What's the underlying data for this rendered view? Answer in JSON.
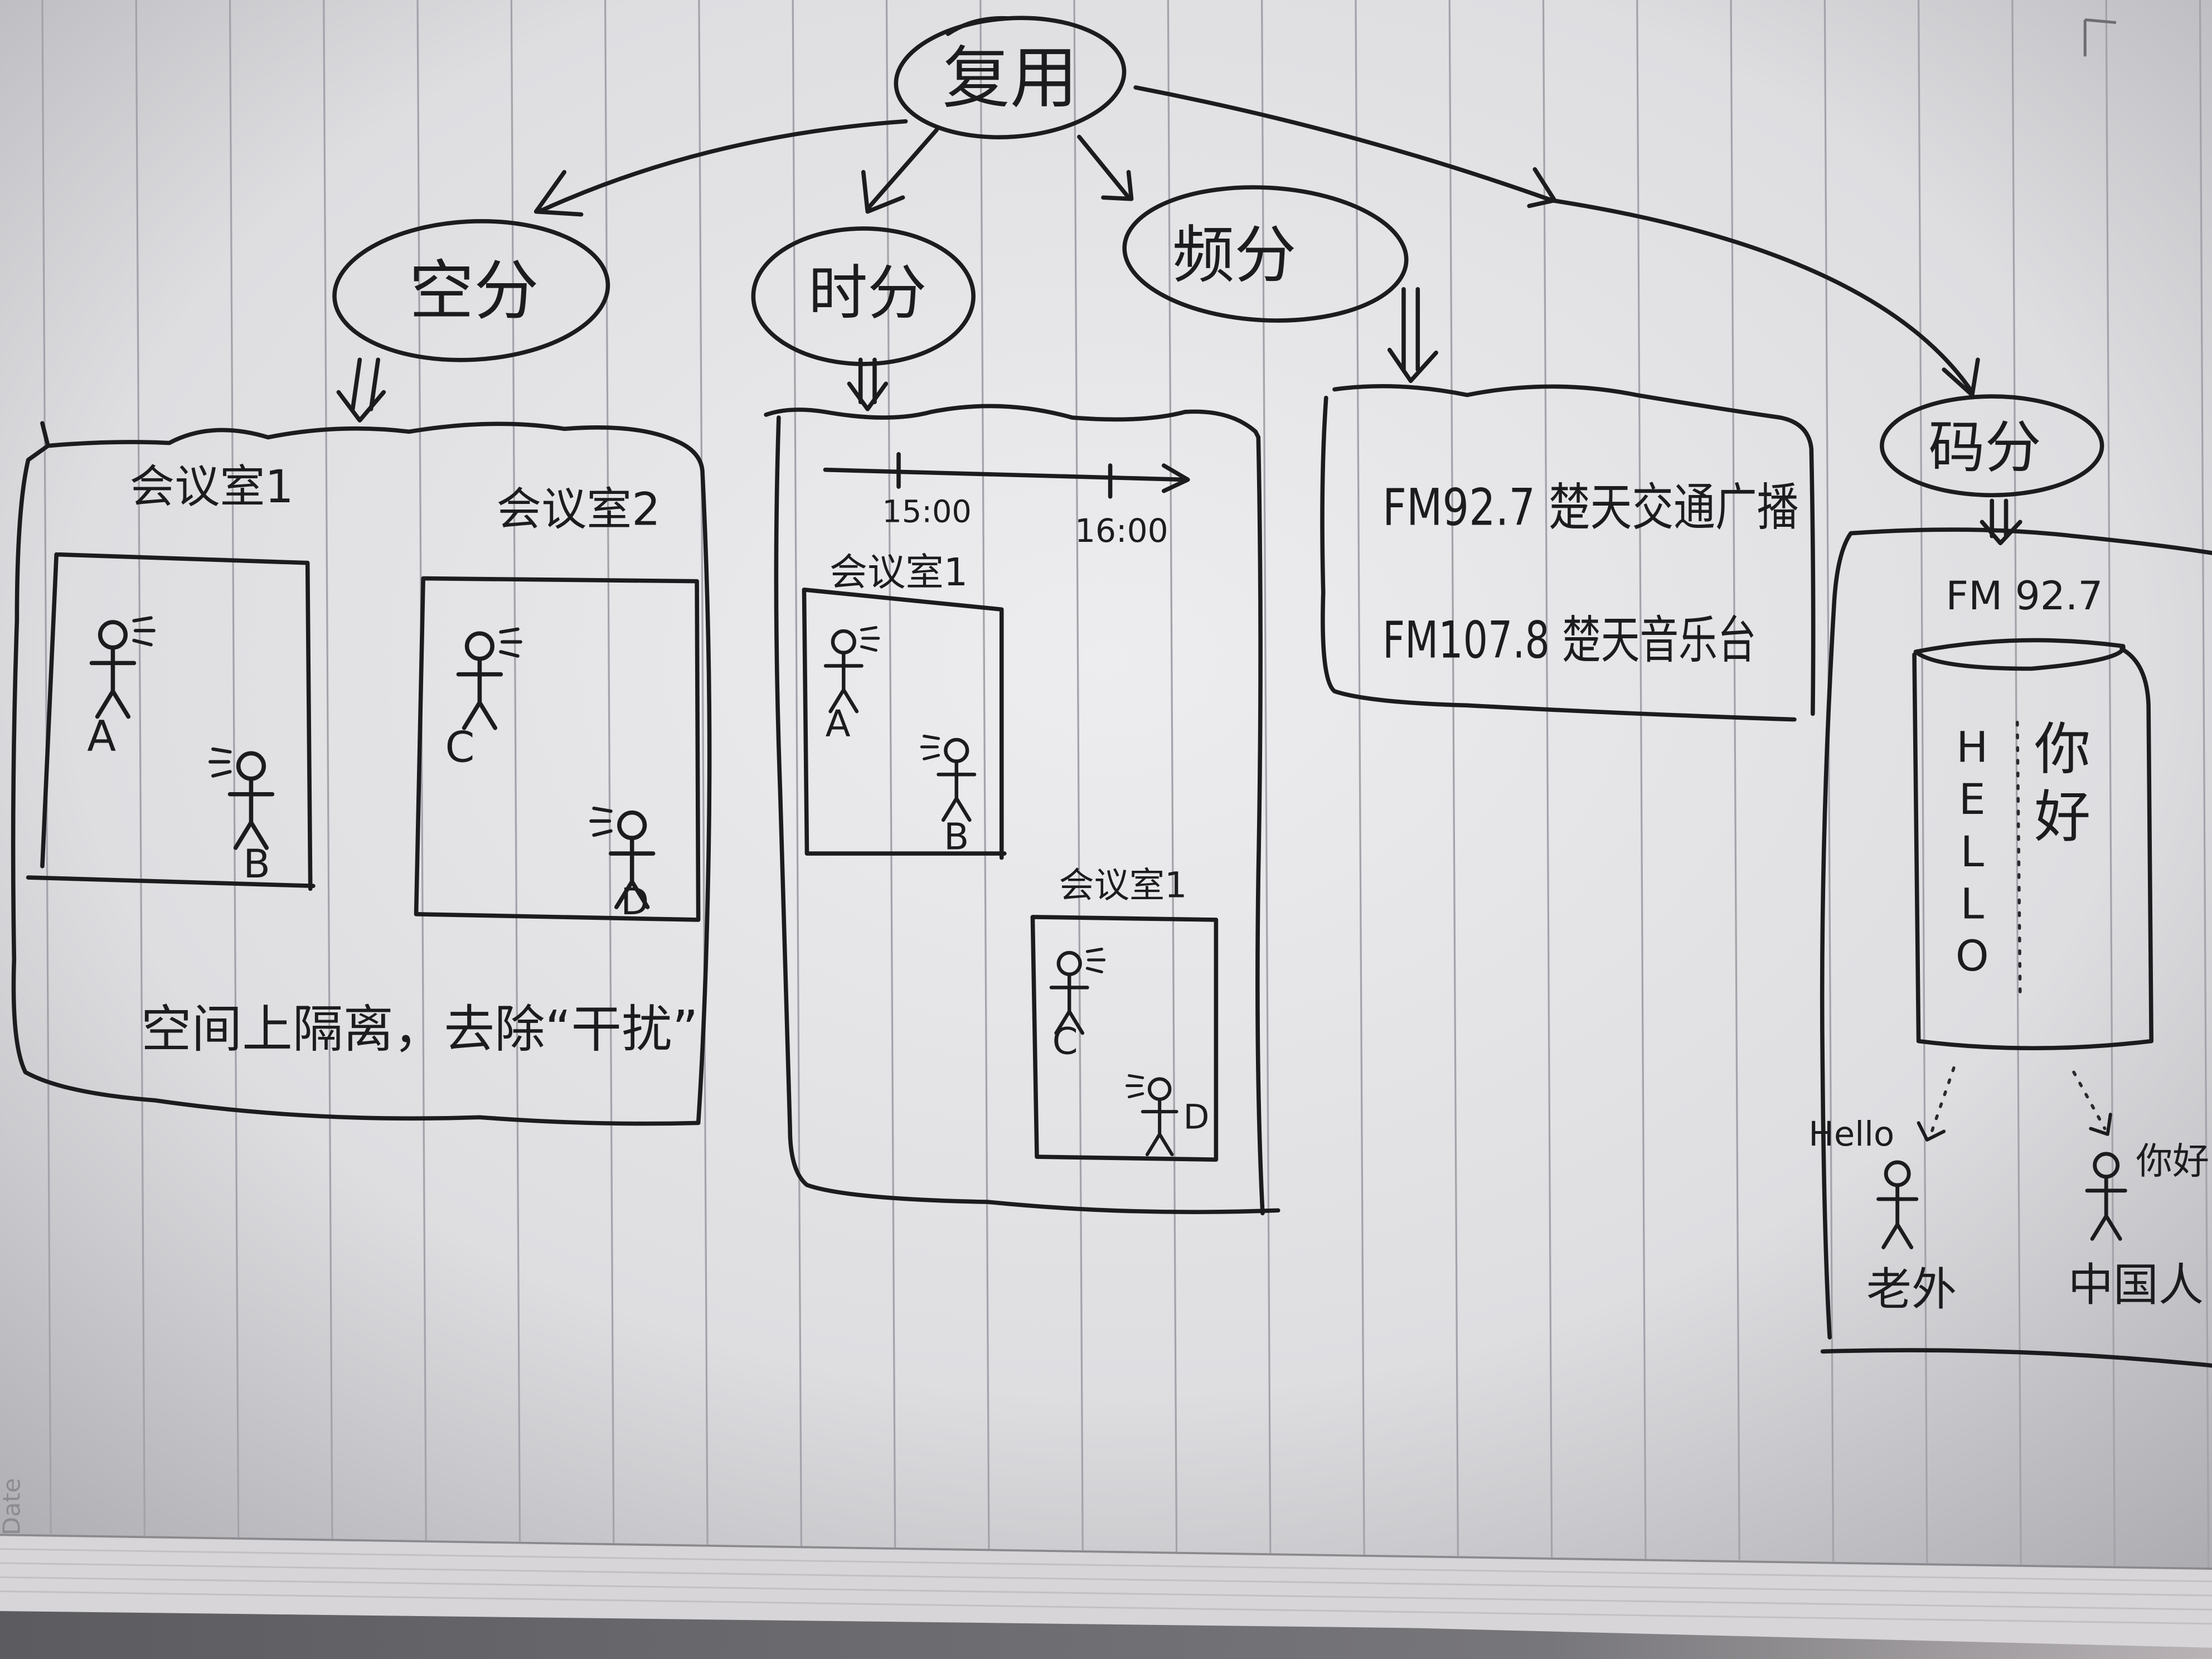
{
  "root": "复用",
  "branches": {
    "space": "空分",
    "time": "时分",
    "frequency": "频分",
    "code": "码分"
  },
  "space_division": {
    "rooms": [
      {
        "name": "会议室1",
        "people": [
          "A",
          "B"
        ]
      },
      {
        "name": "会议室2",
        "people": [
          "C",
          "D"
        ]
      }
    ],
    "note": "空间上隔离，去除“干扰”"
  },
  "time_division": {
    "timeline_ticks": [
      "15:00",
      "16:00"
    ],
    "rooms": [
      {
        "name": "会议室1",
        "people": [
          "A",
          "B"
        ]
      },
      {
        "name": "会议室1",
        "people": [
          "C",
          "D"
        ]
      }
    ]
  },
  "frequency_division": {
    "stations": [
      "FM92.7 楚天交通广播",
      "FM107.8 楚天音乐台"
    ]
  },
  "code_division": {
    "channel": "FM 92.7",
    "encoded_streams": [
      "HELLO",
      "你好"
    ],
    "listeners": [
      {
        "hears": "Hello",
        "name": "老外"
      },
      {
        "hears": "你好",
        "name": "中国人"
      }
    ]
  },
  "notebook": {
    "margin_label": "Date"
  },
  "colors": {
    "ink": "#1c1c1f",
    "paper": "#e6e6e8",
    "ruling": "#a3a3ab"
  }
}
